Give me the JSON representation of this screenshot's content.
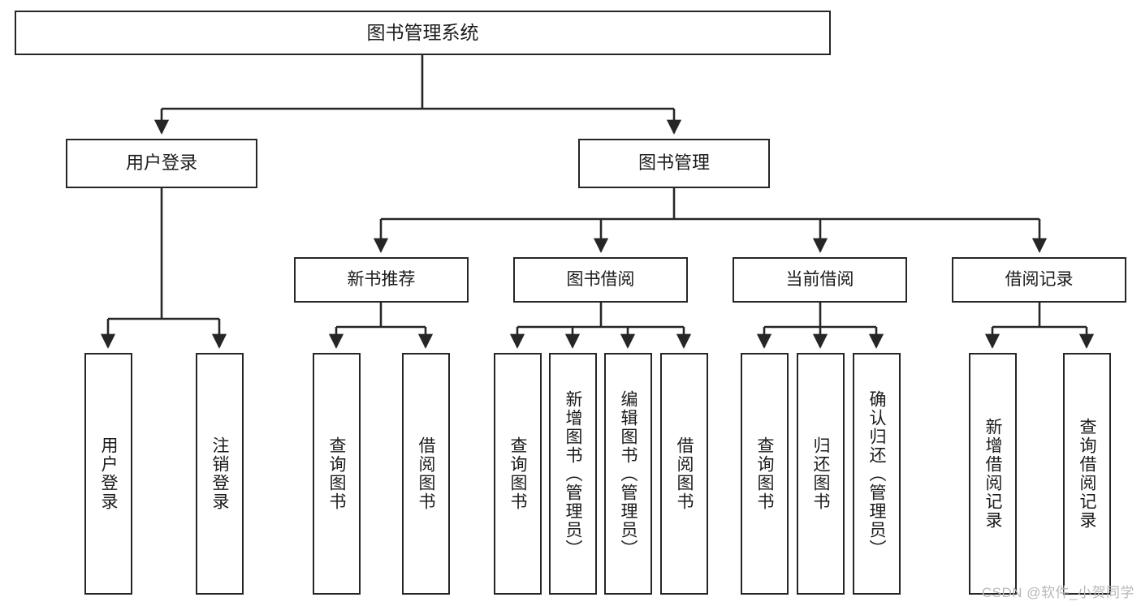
{
  "diagram": {
    "title": "图书管理系统",
    "type": "tree",
    "watermark": "CSDN @软件_小贺同学",
    "colors": {
      "box_border": "#262626",
      "box_fill": "#ffffff",
      "edge": "#262626",
      "text": "#1b1b1b",
      "watermark": "#b8b8b8",
      "background": "#ffffff"
    },
    "nodes": {
      "root": {
        "label": "图书管理系统"
      },
      "level2": [
        {
          "id": "user-login",
          "label": "用户登录"
        },
        {
          "id": "book-manage",
          "label": "图书管理"
        }
      ],
      "level3": [
        {
          "id": "new-book-recommend",
          "label": "新书推荐"
        },
        {
          "id": "book-borrow",
          "label": "图书借阅"
        },
        {
          "id": "current-borrow",
          "label": "当前借阅"
        },
        {
          "id": "borrow-record",
          "label": "借阅记录"
        }
      ],
      "leaves": {
        "user-login": [
          {
            "id": "leaf-user-login",
            "label": "用户登录"
          },
          {
            "id": "leaf-logout",
            "label": "注销登录"
          }
        ],
        "new-book-recommend": [
          {
            "id": "leaf-query-book-1",
            "label": "查询图书"
          },
          {
            "id": "leaf-borrow-book-1",
            "label": "借阅图书"
          }
        ],
        "book-borrow": [
          {
            "id": "leaf-query-book-2",
            "label": "查询图书"
          },
          {
            "id": "leaf-add-book",
            "label": "新增图书（管理员）"
          },
          {
            "id": "leaf-edit-book",
            "label": "编辑图书（管理员）"
          },
          {
            "id": "leaf-borrow-book-2",
            "label": "借阅图书"
          }
        ],
        "current-borrow": [
          {
            "id": "leaf-query-book-3",
            "label": "查询图书"
          },
          {
            "id": "leaf-return-book",
            "label": "归还图书"
          },
          {
            "id": "leaf-confirm-return",
            "label": "确认归还（管理员）"
          }
        ],
        "borrow-record": [
          {
            "id": "leaf-add-record",
            "label": "新增借阅记录"
          },
          {
            "id": "leaf-query-record",
            "label": "查询借阅记录"
          }
        ]
      }
    }
  }
}
